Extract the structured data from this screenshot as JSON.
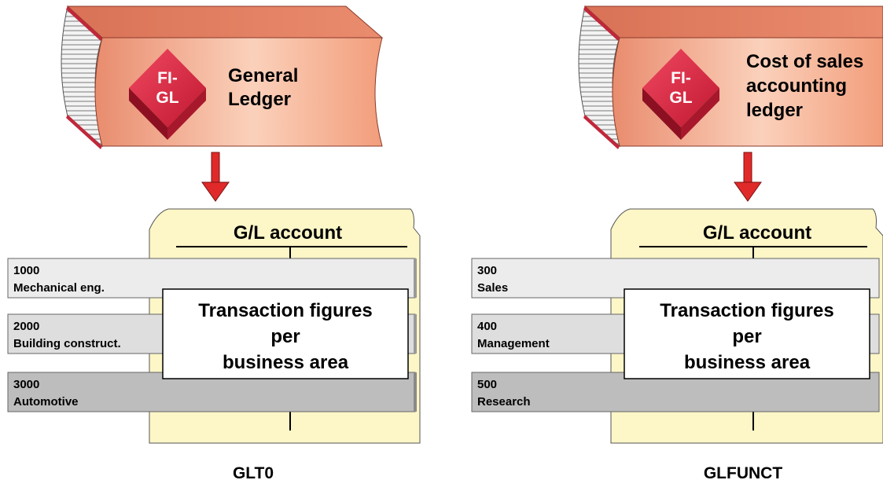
{
  "ledgers": [
    {
      "badge_lines": [
        "FI-",
        "GL"
      ],
      "title_lines": [
        "General",
        "Ledger"
      ],
      "card_header": "G/L account",
      "rows": [
        {
          "number": "1000",
          "name": "Mechanical eng."
        },
        {
          "number": "2000",
          "name": "Building construct."
        },
        {
          "number": "3000",
          "name": "Automotive"
        }
      ],
      "center_box_lines": [
        "Transaction figures",
        "per",
        "business area"
      ],
      "table_name": "GLT0"
    },
    {
      "badge_lines": [
        "FI-",
        "GL"
      ],
      "title_lines": [
        "Cost of sales",
        "accounting",
        "ledger"
      ],
      "card_header": "G/L account",
      "rows": [
        {
          "number": "300",
          "name": "Sales"
        },
        {
          "number": "400",
          "name": "Management"
        },
        {
          "number": "500",
          "name": "Research"
        }
      ],
      "center_box_lines": [
        "Transaction figures",
        "per",
        "business area"
      ],
      "table_name": "GLFUNCT"
    }
  ],
  "colors": {
    "book_light": "#f9c9b0",
    "book_mid": "#ee8e6c",
    "book_dark": "#b84a38",
    "book_spine_red": "#c0283a",
    "badge_red": "#d6203a",
    "arrow_red": "#e02a2a",
    "card_fill": "#fdf6c7",
    "row_light": "#ececec",
    "row_mid": "#dedede",
    "row_dark": "#bdbdbd"
  }
}
